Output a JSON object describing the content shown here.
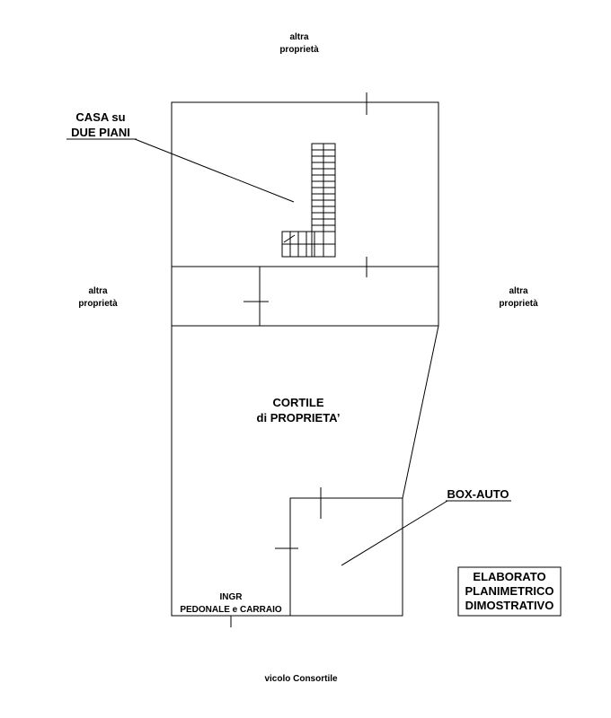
{
  "labels": {
    "top_neighbor": [
      "altra",
      "proprietà"
    ],
    "left_neighbor": [
      "altra",
      "proprietà"
    ],
    "right_neighbor": [
      "altra",
      "proprietà"
    ],
    "house": [
      "CASA su",
      "DUE PIANI"
    ],
    "courtyard": [
      "CORTILE",
      "di PROPRIETA’"
    ],
    "garage": "BOX-AUTO",
    "entrance": [
      "INGR",
      "PEDONALE e CARRAIO"
    ],
    "street": "vicolo Consortile",
    "title": [
      "ELABORATO",
      "PLANIMETRICO",
      "DIMOSTRATIVO"
    ]
  }
}
